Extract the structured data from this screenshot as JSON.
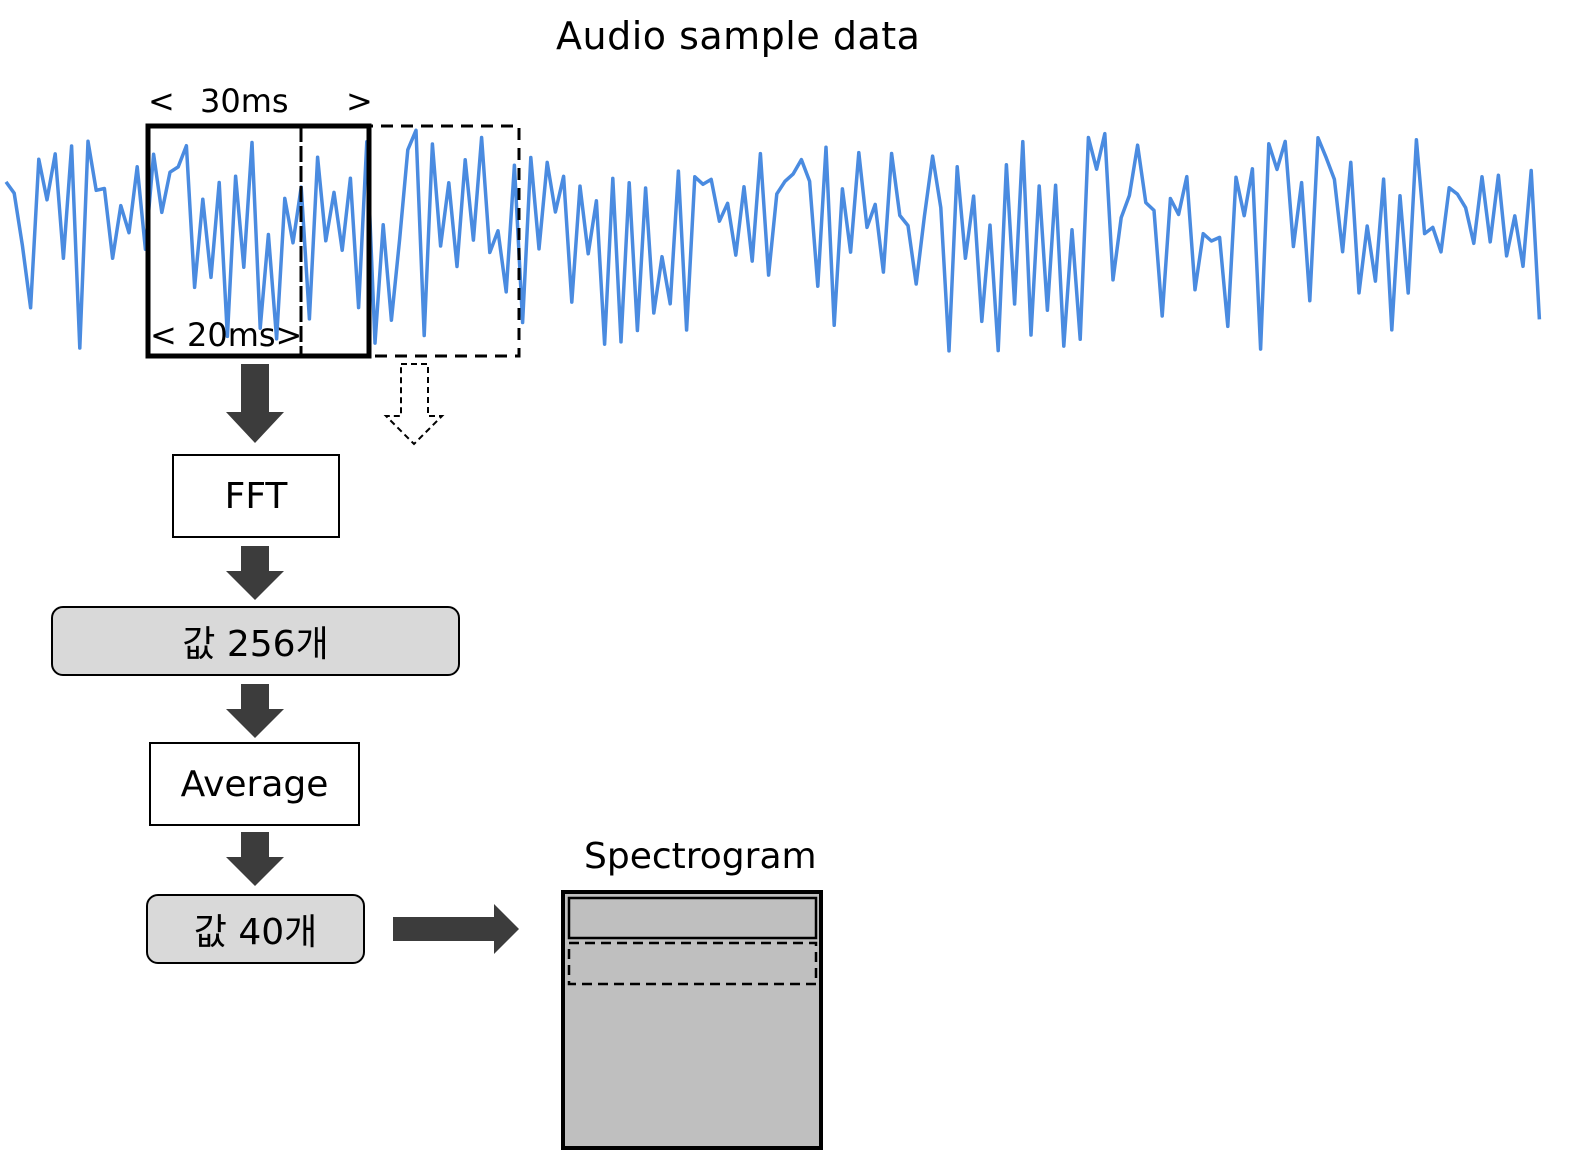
{
  "title": "Audio sample data",
  "window": {
    "frame_label_open": "<",
    "frame_length": "30ms",
    "frame_label_close": ">",
    "hop_length": "< 20ms>"
  },
  "pipeline": {
    "fft": "FFT",
    "values_256": "값 256개",
    "average": "Average",
    "values_40": "값 40개"
  },
  "spectrogram": {
    "label": "Spectrogram"
  },
  "colors": {
    "waveform": "#4a8be0",
    "arrow": "#3c3c3c",
    "value_box": "#d9d9d9",
    "spectrogram_fill": "#bfbfbf"
  }
}
